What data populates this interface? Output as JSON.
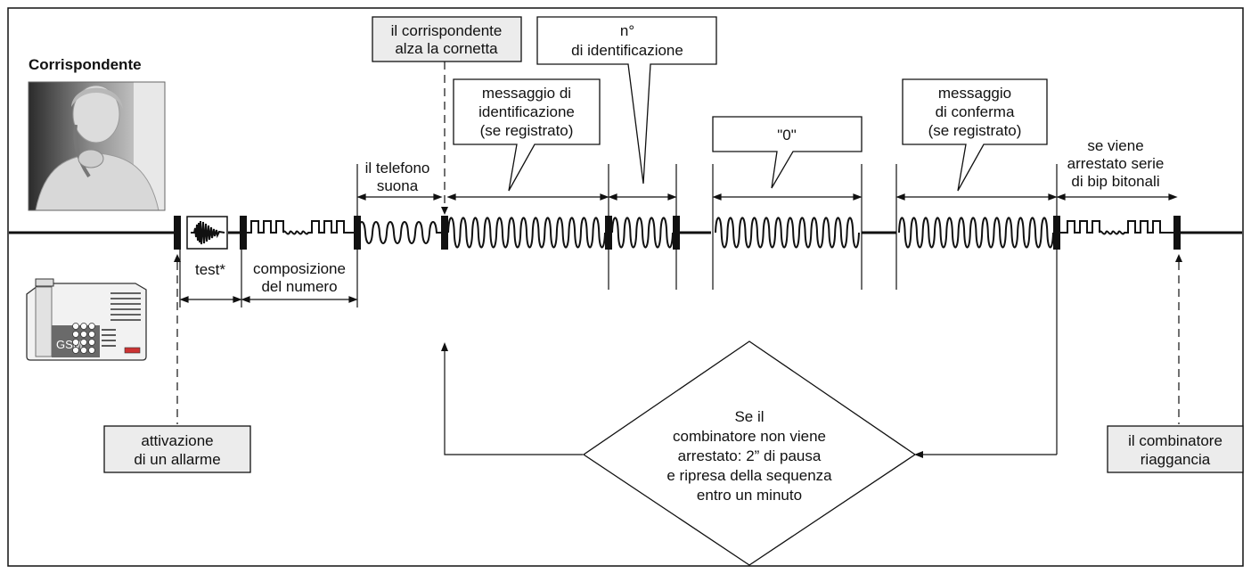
{
  "title": "Corrispondente",
  "labels": {
    "test": "test*",
    "composizione_1": "composizione",
    "composizione_2": "del numero",
    "telefono_1": "il telefono",
    "telefono_2": "suona",
    "alza_1": "il corrispondente",
    "alza_2": "alza la cornetta",
    "n_id_1": "n°",
    "n_id_2": "di identificazione",
    "msg_id_1": "messaggio di",
    "msg_id_2": "identificazione",
    "msg_id_3": "(se registrato)",
    "zero": "\"0\"",
    "msg_conf_1": "messaggio",
    "msg_conf_2": "di conferma",
    "msg_conf_3": "(se registrato)",
    "bip_1": "se viene",
    "bip_2": "arrestato serie",
    "bip_3": "di bip bitonali",
    "attivazione_1": "attivazione",
    "attivazione_2": "di un allarme",
    "riaggancia_1": "il combinatore",
    "riaggancia_2": "riaggancia",
    "diamond_1": "Se il",
    "diamond_2": "combinatore non viene",
    "diamond_3": "arrestato: 2” di pausa",
    "diamond_4": "e ripresa della sequenza",
    "diamond_5": "entro un minuto"
  },
  "device": {
    "brand_text": "GSM"
  }
}
